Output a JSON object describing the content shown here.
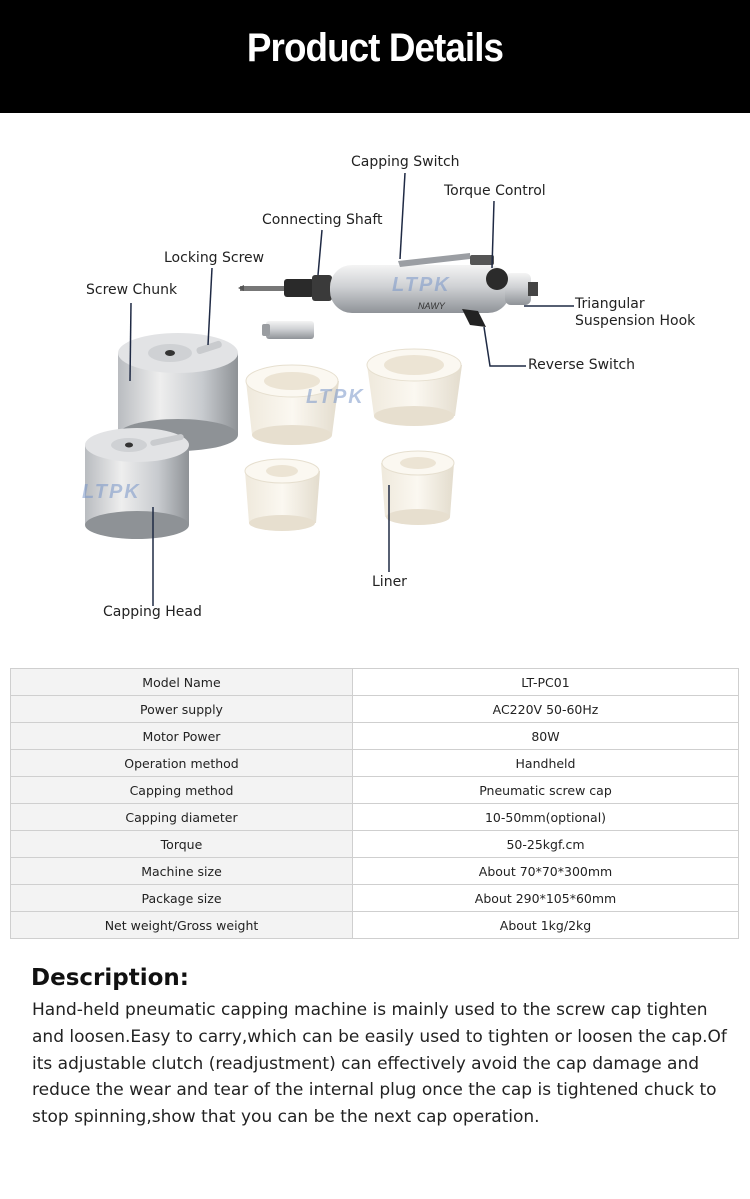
{
  "header": {
    "title": "Product Details"
  },
  "diagram": {
    "labels": {
      "capping_switch": "Capping Switch",
      "torque_control": "Torque Control",
      "connecting_shaft": "Connecting Shaft",
      "locking_screw": "Locking Screw",
      "screw_chunk": "Screw Chunk",
      "triangular_hook_1": "Triangular",
      "triangular_hook_2": "Suspension Hook",
      "reverse_switch": "Reverse Switch",
      "liner": "Liner",
      "capping_head": "Capping Head"
    },
    "watermark": "LTPK",
    "tool_brand": "NAWY"
  },
  "specs": {
    "rows": [
      {
        "key": "Model Name",
        "value": "LT-PC01"
      },
      {
        "key": "Power supply",
        "value": "AC220V 50-60Hz"
      },
      {
        "key": "Motor Power",
        "value": "80W"
      },
      {
        "key": "Operation method",
        "value": "Handheld"
      },
      {
        "key": "Capping method",
        "value": "Pneumatic screw cap"
      },
      {
        "key": "Capping diameter",
        "value": "10-50mm(optional)"
      },
      {
        "key": "Torque",
        "value": "50-25kgf.cm"
      },
      {
        "key": "Machine size",
        "value": "About 70*70*300mm"
      },
      {
        "key": "Package size",
        "value": "About 290*105*60mm"
      },
      {
        "key": "Net weight/Gross weight",
        "value": "About 1kg/2kg"
      }
    ]
  },
  "description": {
    "title": "Description:",
    "text": "Hand-held pneumatic capping machine is mainly used to the screw cap tighten and loosen.Easy to carry,which can be easily used to tighten or loosen the cap.Of its adjustable clutch (readjustment) can effectively avoid the cap damage and reduce the wear and tear of the internal plug once the cap is tightened chuck to stop spinning,show that you can be the next cap operation."
  },
  "colors": {
    "banner_bg": "#000000",
    "banner_text": "#ffffff",
    "leader_line": "#1f2a44",
    "table_key_bg": "#f3f3f3",
    "table_border": "#cfcfcf"
  }
}
